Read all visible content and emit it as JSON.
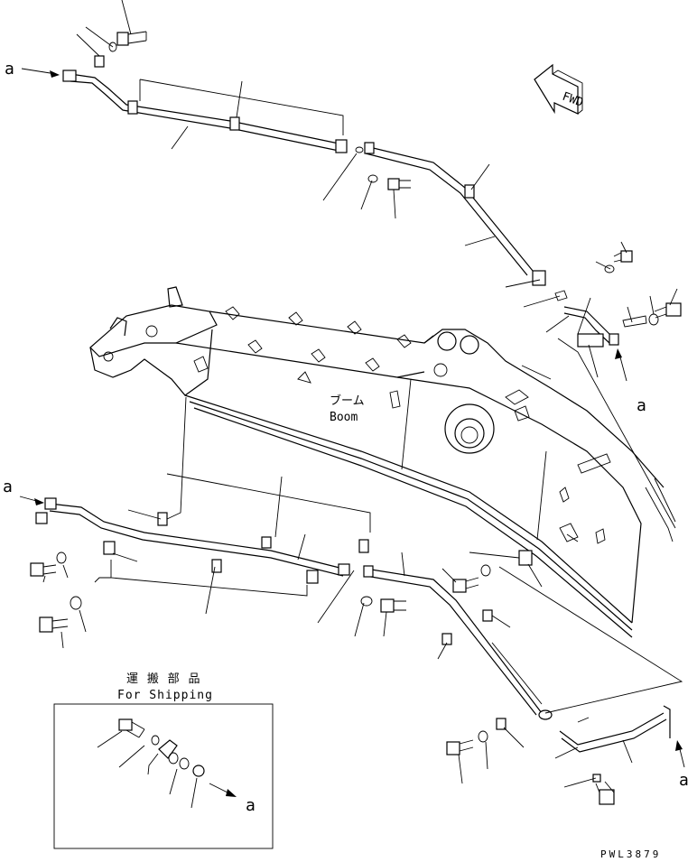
{
  "direction_marker": "FWD",
  "connection_label": "a",
  "boom_label_ja": "ブーム",
  "boom_label_en": "Boom",
  "shipping_label_ja": "運 搬 部 品",
  "shipping_label_en": "For Shipping",
  "drawing_code": "PWL3879"
}
